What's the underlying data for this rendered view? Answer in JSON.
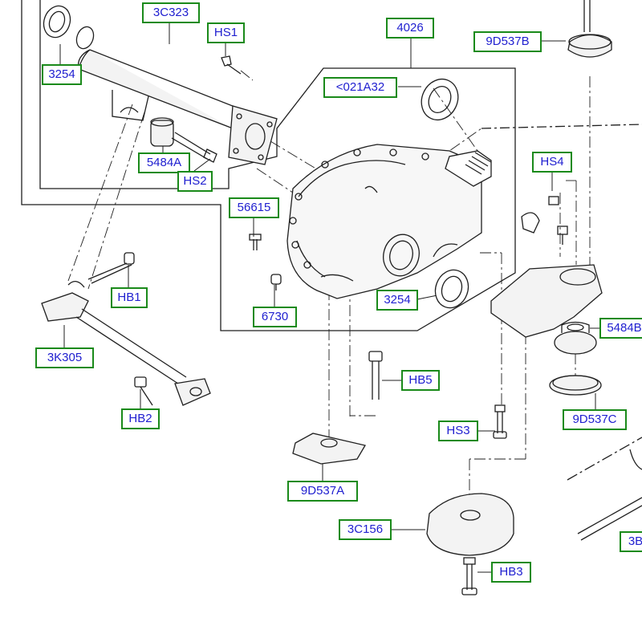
{
  "colors": {
    "label_border": "#1a8a1a",
    "label_text": "#2020d0",
    "line_art": "#1f1f1f",
    "fill_light": "#f3f3f3"
  },
  "callouts": {
    "c_3c323": "3C323",
    "c_hs1": "HS1",
    "c_4026": "4026",
    "c_9d537b": "9D537B",
    "c_3254_top": "3254",
    "c_021a32": "<021A32",
    "c_5484a": "5484A",
    "c_hs2": "HS2",
    "c_hs4": "HS4",
    "c_56615": "56615",
    "c_hb1": "HB1",
    "c_3254_mid": "3254",
    "c_6730": "6730",
    "c_5484b": "5484B",
    "c_3k305": "3K305",
    "c_hb5": "HB5",
    "c_9d537c": "9D537C",
    "c_hb2": "HB2",
    "c_hs3": "HS3",
    "c_9d537a": "9D537A",
    "c_3c156": "3C156",
    "c_hb3": "HB3",
    "c_3b": "3B"
  }
}
